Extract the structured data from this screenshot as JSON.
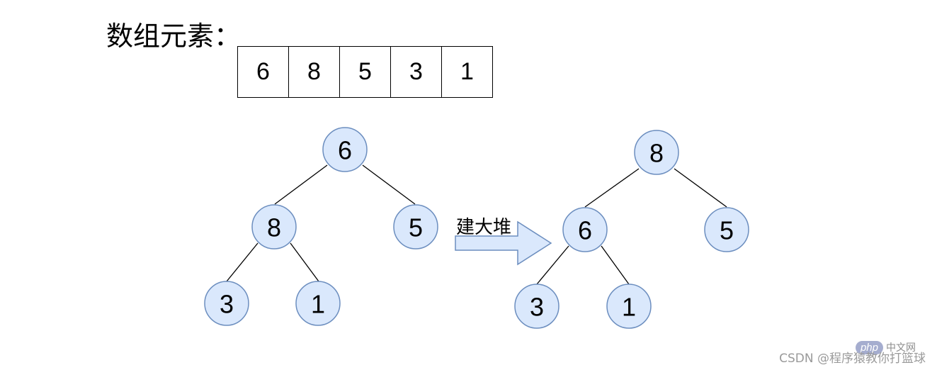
{
  "title": "数组元素：",
  "array": [
    "6",
    "8",
    "5",
    "3",
    "1"
  ],
  "arrow_label": "建大堆",
  "trees": [
    {
      "name": "before",
      "nodes": [
        {
          "id": "root",
          "label": "6"
        },
        {
          "id": "left",
          "label": "8"
        },
        {
          "id": "right",
          "label": "5"
        },
        {
          "id": "left-left",
          "label": "3"
        },
        {
          "id": "left-right",
          "label": "1"
        }
      ]
    },
    {
      "name": "after",
      "nodes": [
        {
          "id": "root",
          "label": "8"
        },
        {
          "id": "left",
          "label": "6"
        },
        {
          "id": "right",
          "label": "5"
        },
        {
          "id": "left-left",
          "label": "3"
        },
        {
          "id": "left-right",
          "label": "1"
        }
      ]
    }
  ],
  "colors": {
    "node_fill": "#dae8fc",
    "node_stroke": "#6c8ebf"
  },
  "watermark": {
    "text": "CSDN @程序猿教你打篮球",
    "logo_php": "php",
    "logo_cn": "中文网"
  }
}
